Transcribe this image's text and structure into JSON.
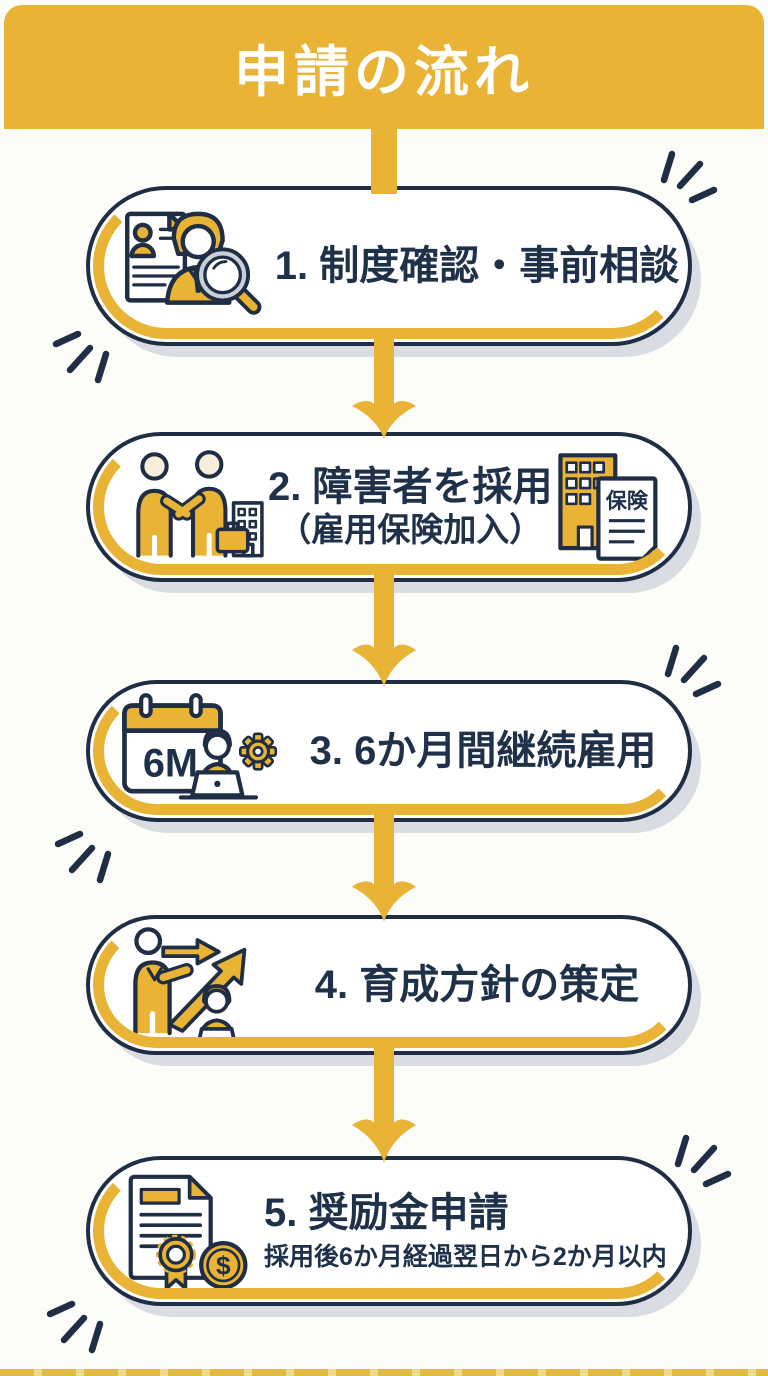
{
  "header": {
    "title": "申請の流れ"
  },
  "steps": [
    {
      "title": "1. 制度確認・事前相談",
      "icon": "resume-search-icon"
    },
    {
      "title": "2. 障害者を採用",
      "subtitle": "（雇用保険加入）",
      "icon": "handshake-building-icon",
      "right_icon": "insurance-document-icon",
      "insurance_label": "保険"
    },
    {
      "title": "3. 6か月間継続雇用",
      "icon": "calendar-worker-icon",
      "calendar_label": "6M"
    },
    {
      "title": "4. 育成方針の策定",
      "icon": "growth-arrow-icon"
    },
    {
      "title": "5. 奨励金申請",
      "subtitle": "採用後6か月経過翌日から2か月以内",
      "icon": "certificate-coin-icon",
      "coin_symbol": "$"
    }
  ],
  "colors": {
    "yellow": "#E9B335",
    "navy_outline": "#1F2E45",
    "text_navy": "#1F3049",
    "shadow_gray": "#D9DDE3",
    "background": "#FCFCF9",
    "header_text": "#FFFFFF",
    "magnifier_gray": "#C9D0D8",
    "skin_cream": "#F8EFDA"
  }
}
